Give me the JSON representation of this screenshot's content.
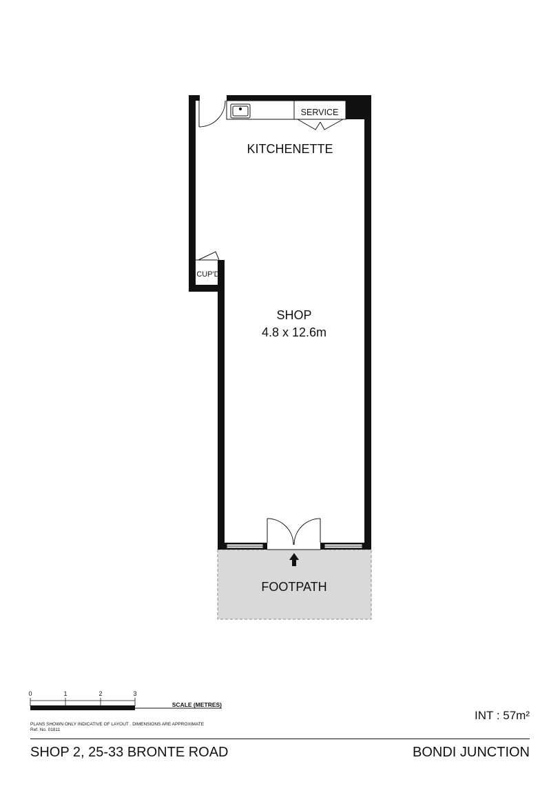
{
  "rooms": {
    "kitchenette": "KITCHENETTE",
    "service": "SERVICE",
    "cupboard": "CUP'D",
    "shop": "SHOP",
    "shop_dimensions": "4.8 x 12.6m",
    "footpath": "FOOTPATH"
  },
  "scale": {
    "ticks": [
      "0",
      "1",
      "2",
      "3"
    ],
    "label": "SCALE (METRES)"
  },
  "disclaimer": "PLANS SHOWN ONLY INDICATIVE OF LAYOUT . DIMENSIONS ARE APPROXIMATE",
  "reference": "Ref. No. 01811",
  "internal_area": "INT : 57m²",
  "address": "SHOP 2, 25-33 BRONTE ROAD",
  "suburb": "BONDI JUNCTION",
  "colors": {
    "wall": "#111111",
    "footpath_fill": "#d9d9d9",
    "footpath_border": "#8a8a8a"
  }
}
